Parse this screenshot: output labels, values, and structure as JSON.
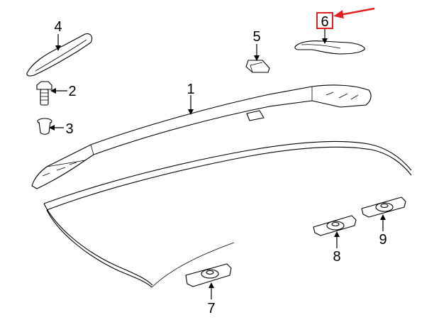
{
  "diagram": {
    "callouts": [
      {
        "id": "1",
        "label": "1"
      },
      {
        "id": "2",
        "label": "2"
      },
      {
        "id": "3",
        "label": "3"
      },
      {
        "id": "4",
        "label": "4"
      },
      {
        "id": "5",
        "label": "5"
      },
      {
        "id": "6",
        "label": "6"
      },
      {
        "id": "7",
        "label": "7"
      },
      {
        "id": "8",
        "label": "8"
      },
      {
        "id": "9",
        "label": "9"
      }
    ],
    "highlight": {
      "target": "6",
      "color": "#e02020"
    }
  }
}
